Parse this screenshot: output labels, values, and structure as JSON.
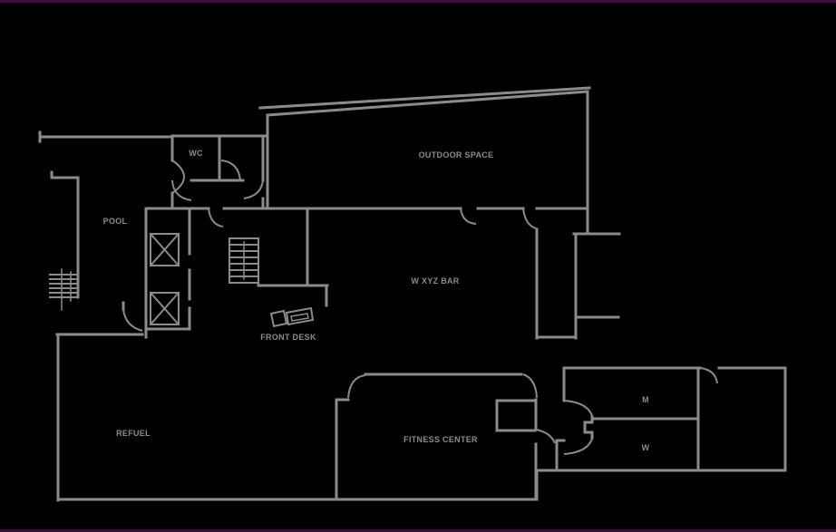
{
  "window": {
    "background": "#000000",
    "frame_line_color": "#3a1036"
  },
  "floorplan": {
    "colors": {
      "background": "#000000",
      "line": "#8b8b8b",
      "label": "#8b8b8b",
      "frame": "#3a1036"
    },
    "labels": {
      "wc": "WC",
      "pool": "POOL",
      "outdoor_space": "OUTDOOR SPACE",
      "bar": "W XYZ BAR",
      "front_desk": "FRONT DESK",
      "refuel": "REFUEL",
      "fitness_center": "FITNESS CENTER",
      "mens_room": "M",
      "womens_room": "W"
    }
  }
}
